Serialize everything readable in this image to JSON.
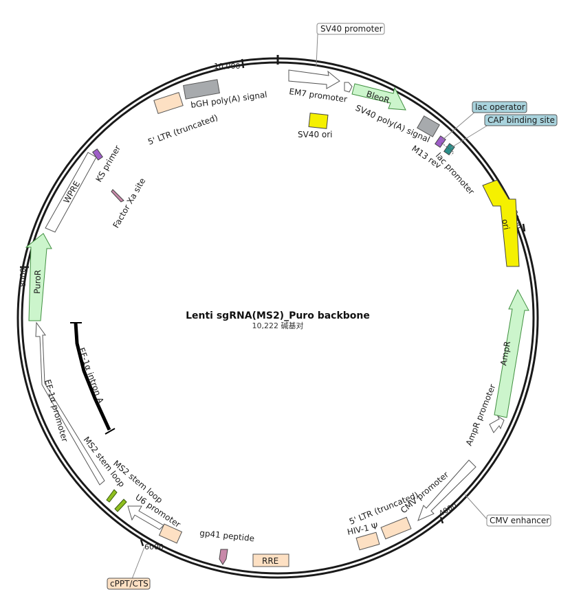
{
  "title": "Lenti sgRNA(MS2)_Puro backbone",
  "length_label": "10,222 碱基对",
  "ticks": [
    "2000",
    "4000",
    "6000",
    "8000",
    "10,000"
  ],
  "features": {
    "bleor": "BleoR",
    "ori": "ori",
    "ampr": "AmpR",
    "puror": "PuroR",
    "rre": "RRE",
    "sv40_promoter": "SV40 promoter",
    "em7_promoter": "EM7 promoter",
    "sv40_polya": "SV40 poly(A) signal",
    "lac_operator": "lac operator",
    "cap_site": "CAP binding site",
    "m13_rev": "M13 rev",
    "lac_promoter": "lac promoter",
    "sv40_ori": "SV40 ori",
    "bgh_polya": "bGH poly(A) signal",
    "ltr5_top": "5' LTR (truncated)",
    "ks_primer": "KS primer",
    "wpre": "WPRE",
    "factor_xa": "Factor Xa site",
    "ef1a_intron": "EF-1α intron A",
    "ef1a_promoter": "EF-1α promoter",
    "ms2_loop_1": "MS2 stem loop",
    "ms2_loop_2": "MS2 stem loop",
    "u6_promoter": "U6 promoter",
    "cppt": "cPPT/CTS",
    "gp41": "gp41 peptide",
    "hiv_psi": "HIV-1 Ψ",
    "ltr5_bottom": "5' LTR (truncated)",
    "cmv_promoter": "CMV promoter",
    "cmv_enhancer": "CMV enhancer",
    "ampr_promoter": "AmpR promoter"
  },
  "colors": {
    "resistance": "#ccf5cc",
    "ori": "#f5f000",
    "ltr": "#fde0c3",
    "gray_feature": "#a7aaad",
    "lac_operator": "#9e5ec8",
    "cap_site": "#2a8f8a",
    "callout_blue": "#a9d3dd",
    "peptide": "#c889a9",
    "stem_loop": "#8fbf1f"
  }
}
